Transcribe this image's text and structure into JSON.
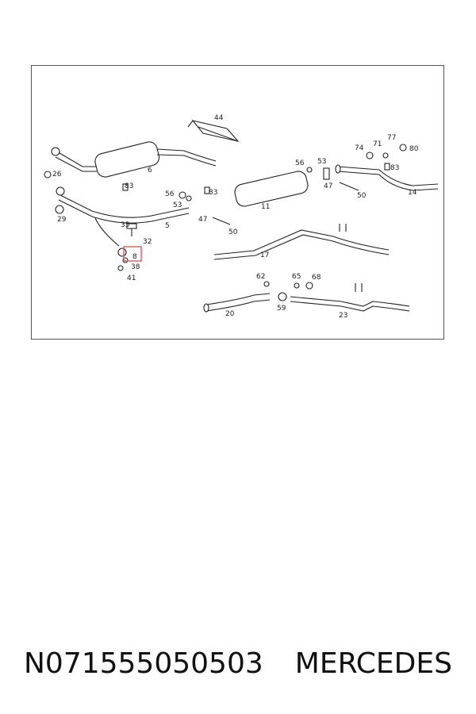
{
  "diagram": {
    "callouts": [
      "44",
      "6",
      "26",
      "83",
      "56",
      "53",
      "47",
      "50",
      "29",
      "35",
      "32",
      "8",
      "38",
      "41",
      "5",
      "56",
      "53",
      "83",
      "74",
      "71",
      "77",
      "80",
      "83",
      "14",
      "50",
      "47",
      "11",
      "17",
      "62",
      "65",
      "68",
      "59",
      "20",
      "23"
    ],
    "highlight_color": "#e05a5a"
  },
  "footer": {
    "part_number": "N071555050503",
    "brand": "MERCEDES"
  }
}
